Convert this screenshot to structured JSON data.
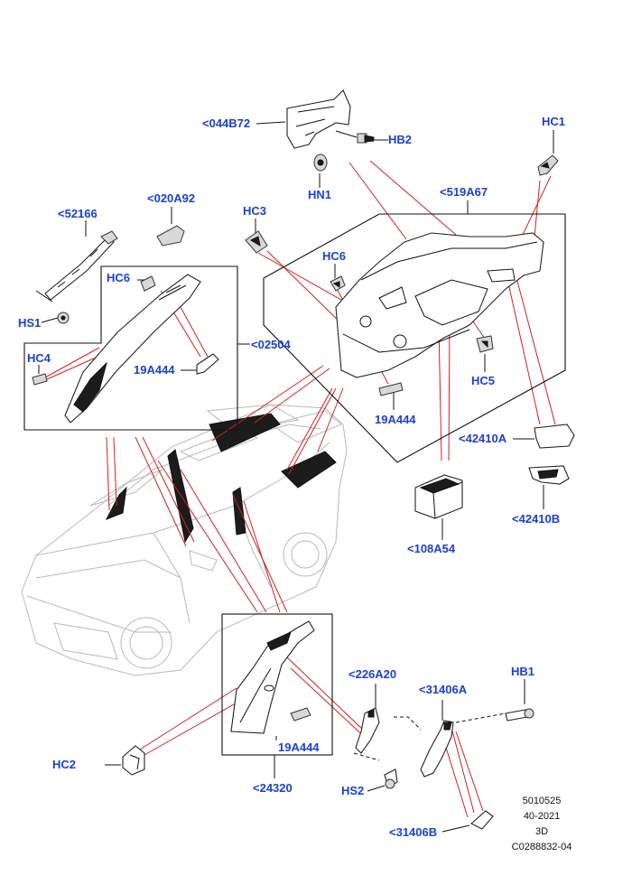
{
  "callouts": {
    "c044B72": "<044B72",
    "hb2": "HB2",
    "hn1": "HN1",
    "hc1": "HC1",
    "c519A67": "<519A67",
    "c52166": "<52166",
    "c020A92": "<020A92",
    "hc3": "HC3",
    "hc6_a": "HC6",
    "hc6_b": "HC6",
    "hs1": "HS1",
    "hc4": "HC4",
    "c02504": "<02504",
    "p19A444_a": "19A444",
    "p19A444_b": "19A444",
    "p19A444_c": "19A444",
    "hc5": "HC5",
    "c42410A": "<42410A",
    "c42410B": "<42410B",
    "c108A54": "<108A54",
    "c226A20": "<226A20",
    "hb1": "HB1",
    "c31406A": "<31406A",
    "hc2": "HC2",
    "c24320": "<24320",
    "hs2": "HS2",
    "c31406B": "<31406B"
  },
  "reference": {
    "line1": "5010525",
    "line2": "40-2021",
    "line3": "3D",
    "line4": "C0288832-04"
  },
  "colors": {
    "callout": "#1a3fd6",
    "leader": "#d42020",
    "car_outline": "#b9b9b9"
  }
}
